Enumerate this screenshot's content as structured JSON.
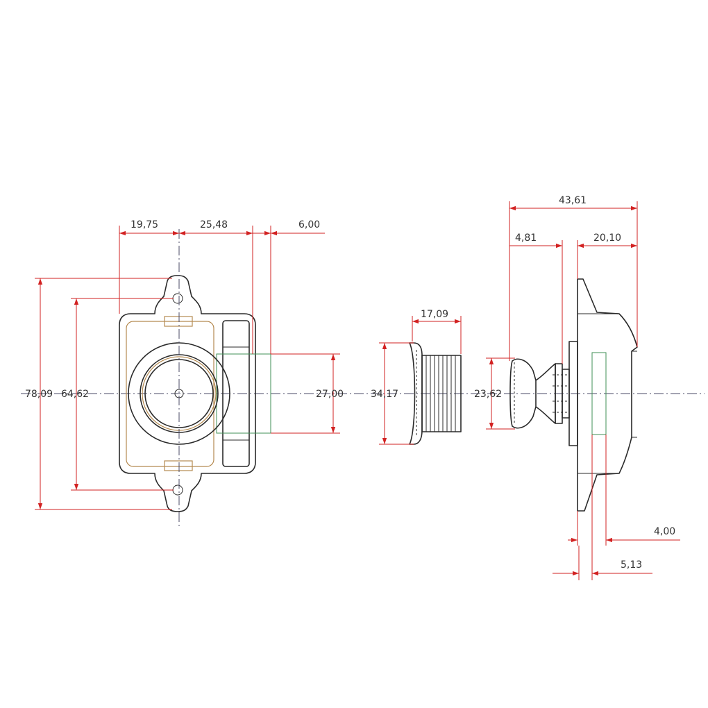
{
  "dimensions": {
    "top_width": "19,75",
    "mid_width": "25,48",
    "tab_width": "6,00",
    "outer_height": "78,09",
    "inner_height": "64,62",
    "shaft_height": "27,00",
    "nut_width": "17,09",
    "nut_height": "34,17",
    "knob_diameter": "23,62",
    "side_total": "43,61",
    "side_knob": "4,81",
    "side_body": "20,10",
    "flange_gap": "4,00",
    "flange_depth": "5,13"
  },
  "colors": {
    "dimension": "#d22222",
    "outline": "#2a2a2a",
    "centerline": "#4a4a66",
    "hidden_green": "#3f8f55",
    "hidden_tan": "#b58a50"
  }
}
